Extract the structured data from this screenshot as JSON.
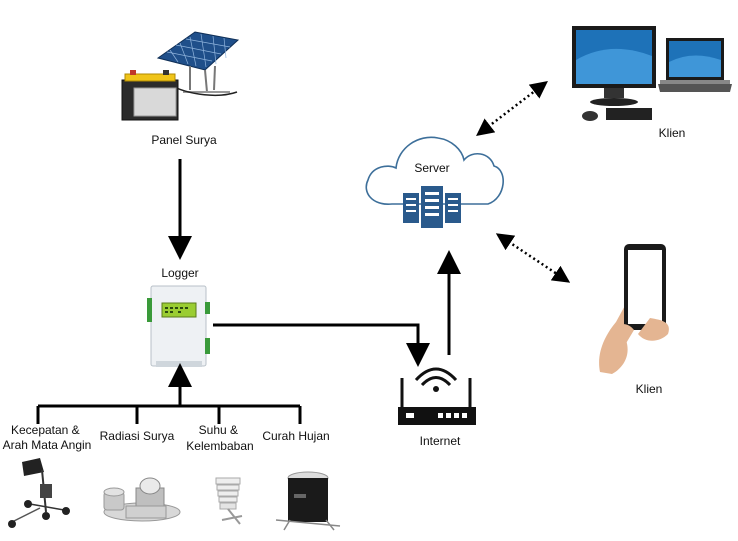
{
  "labels": {
    "solar_panel": "Panel Surya",
    "logger": "Logger",
    "server": "Server",
    "internet": "Internet",
    "client_desktop": "Klien",
    "client_phone": "Klien",
    "sensor_wind_line1": "Kecepatan &",
    "sensor_wind_line2": "Arah Mata Angin",
    "sensor_radiation": "Radiasi Surya",
    "sensor_temp_line1": "Suhu &",
    "sensor_temp_line2": "Kelembaban",
    "sensor_rain": "Curah Hujan"
  },
  "colors": {
    "server_blue": "#2a5a8c",
    "cloud_stroke": "#3d6f9a",
    "line": "#000000",
    "logger_screen": "#9acd32"
  }
}
